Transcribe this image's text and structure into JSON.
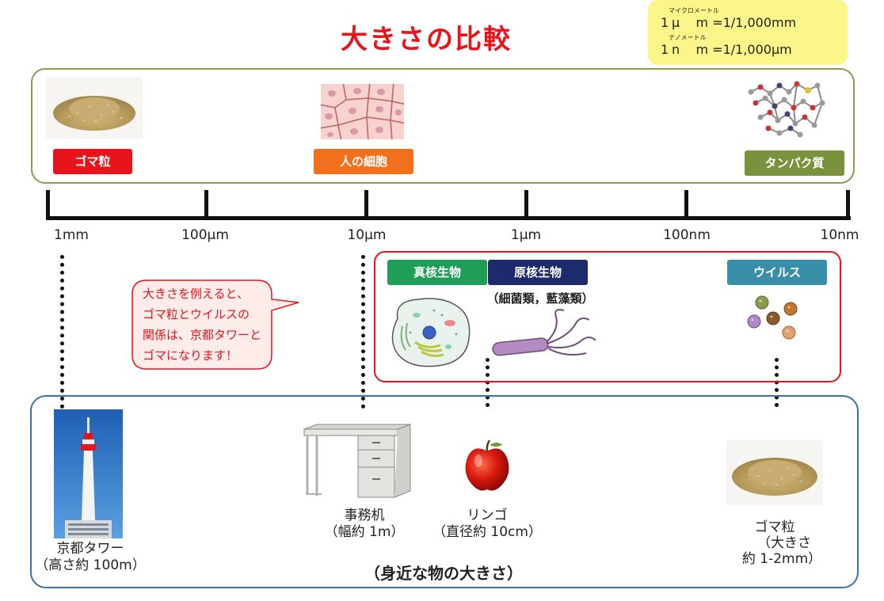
{
  "title": "大きさの比較",
  "unit_note": {
    "line1": {
      "num": "1",
      "sym": "μ",
      "sym2": "m",
      "ruby": "マイクロメートル",
      "eq": "=1/1,000mm"
    },
    "line2": {
      "num": "1",
      "sym": "n",
      "sym2": "m",
      "ruby": "ナノメートル",
      "eq": "=1/1,000μm"
    }
  },
  "top_items": {
    "sesame": "ゴマ粒",
    "human_cell": "人の細胞",
    "protein": "タンパク質"
  },
  "scale": {
    "ticks": [
      "1mm",
      "100μm",
      "10μm",
      "1μm",
      "100nm",
      "10nm"
    ]
  },
  "bubble": {
    "lines": [
      "大きさを例えると、",
      "ゴマ粒とウイルスの",
      "関係は、京都タワーと",
      "ゴマになります！"
    ]
  },
  "organisms": {
    "eukaryote": "真核生物",
    "prokaryote": "原核生物",
    "prokaryote_sub": "（細菌類，藍藻類）",
    "virus": "ウイルス"
  },
  "everyday": {
    "tower_name": "京都タワー",
    "tower_size": "（高さ約 100m）",
    "desk_name": "事務机",
    "desk_size": "（幅約 1m）",
    "apple_name": "リンゴ",
    "apple_size": "（直径約 10cm）",
    "sesame_name": "ゴマ粒",
    "sesame_size1": "（大きさ",
    "sesame_size2": "約 1-2mm）",
    "section_title": "（身近な物の大きさ）"
  },
  "colors": {
    "title": "#e8141c",
    "sesame_label": "#e8141c",
    "cell_label": "#f0701e",
    "protein_label": "#7a923e",
    "eukaryote_label": "#1e9e56",
    "prokaryote_label": "#1d2a6b",
    "virus_label": "#3a8fa8",
    "green_frame": "#8a9c50",
    "red_frame": "#e8141c",
    "blue_frame": "#3a72a6",
    "note_bg": "#fbf58a"
  }
}
